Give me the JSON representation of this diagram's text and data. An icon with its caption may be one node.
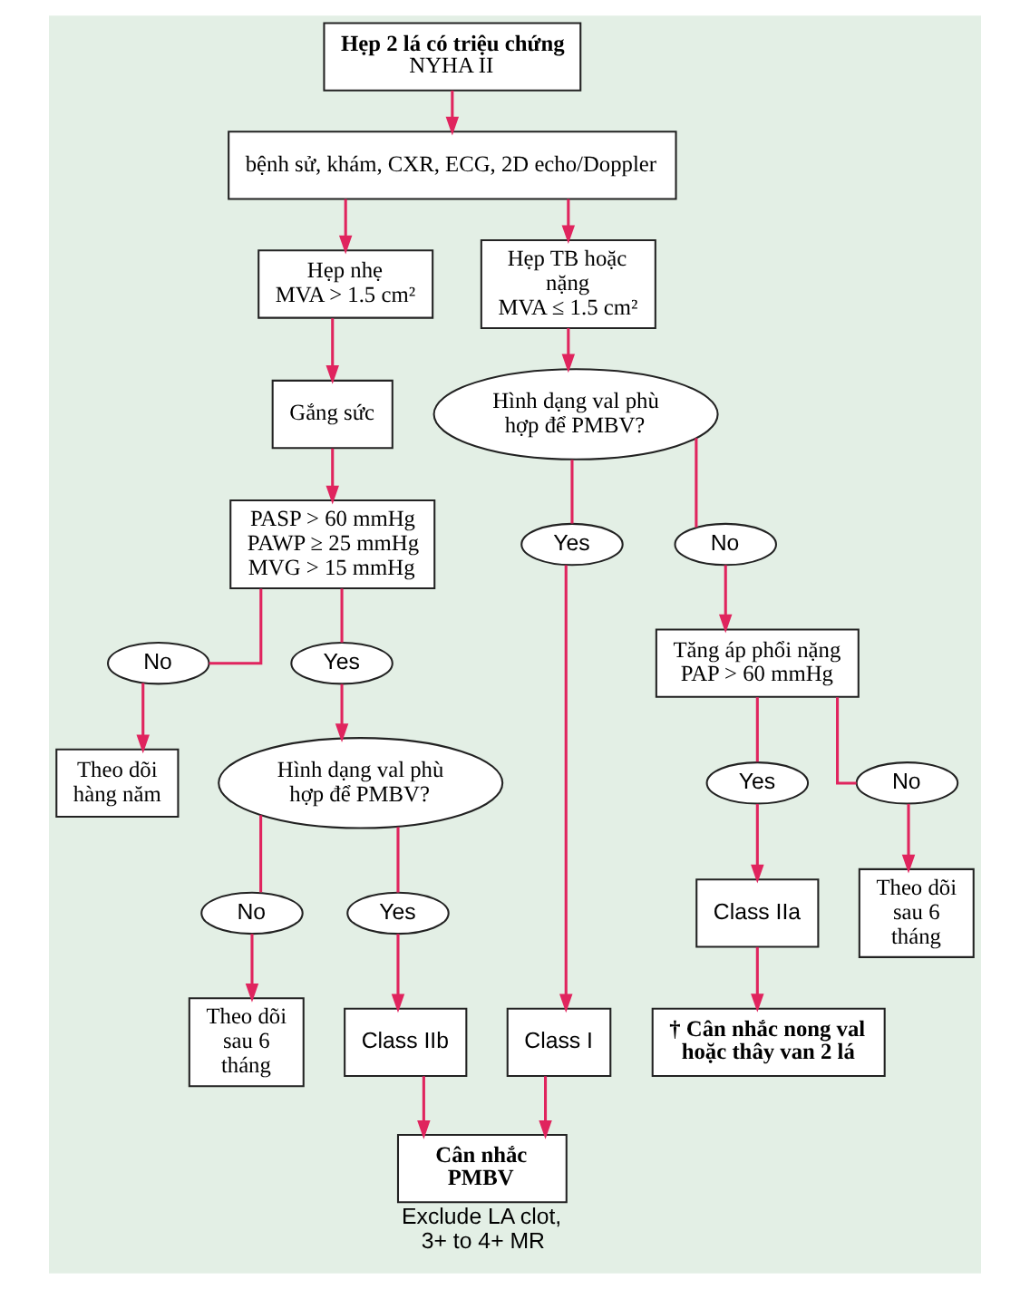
{
  "diagram": {
    "nodes": [
      {
        "text": [
          "Hẹp 2 lá có triệu chứng",
          "NYHA II"
        ]
      },
      {
        "text": [
          "bệnh sử, khám, CXR, ECG, 2D echo/Doppler"
        ]
      },
      {
        "text": [
          "Hẹp nhẹ",
          "MVA > 1.5 cm²"
        ]
      },
      {
        "text": [
          "Hẹp TB hoặc nặng",
          "MVA ≤ 1.5 cm²"
        ]
      },
      {
        "text": [
          "Gắng sức"
        ]
      },
      {
        "text": [
          "PASP > 60 mmHg",
          "PAWP ≥ 25 mmHg",
          "MVG > 15 mmHg"
        ]
      },
      {
        "text": [
          "No"
        ]
      },
      {
        "text": [
          "Yes"
        ]
      },
      {
        "text": [
          "Theo dõi hàng năm"
        ]
      },
      {
        "text": [
          "Hình dạng val phù hợp để PMBV?"
        ]
      },
      {
        "text": [
          "Hình dạng val phù hợp để PMBV?"
        ]
      },
      {
        "text": [
          "No"
        ]
      },
      {
        "text": [
          "Yes"
        ]
      },
      {
        "text": [
          "Yes"
        ]
      },
      {
        "text": [
          "No"
        ]
      },
      {
        "text": [
          "Theo dõi sau 6 tháng"
        ]
      },
      {
        "text": [
          "Class IIb"
        ]
      },
      {
        "text": [
          "Class I"
        ]
      },
      {
        "text": [
          "Tăng áp phổi nặng PAP > 60 mmHg"
        ]
      },
      {
        "text": [
          "Cân nhắc PMBV"
        ],
        "beside": [
          "Exclude LA clot, 3+ to 4+ MR"
        ]
      },
      {
        "text": [
          "Yes"
        ]
      },
      {
        "text": [
          "No"
        ]
      },
      {
        "text": [
          "Class IIa"
        ]
      },
      {
        "text": [
          "Theo dõi sau 6 tháng"
        ]
      },
      {
        "text": [
          "† Cân nhắc nong val hoặc thây van 2 lá"
        ]
      }
    ],
    "edges": [
      {
        "from": 0,
        "to": 1,
        "arrow": "to"
      },
      {
        "from": 1,
        "to": 2,
        "arrow": "to"
      },
      {
        "from": 1,
        "to": 3,
        "arrow": "to"
      },
      {
        "from": 2,
        "to": 4,
        "arrow": "to"
      },
      {
        "from": 4,
        "to": 5,
        "arrow": "to"
      },
      {
        "from": 5,
        "to": 6,
        "arrow": "none"
      },
      {
        "from": 5,
        "to": 7,
        "arrow": "none"
      },
      {
        "from": 6,
        "to": 8,
        "arrow": "to"
      },
      {
        "from": 7,
        "to": 9,
        "arrow": "to"
      },
      {
        "from": 3,
        "to": 10,
        "arrow": "to"
      },
      {
        "from": 9,
        "to": 11,
        "arrow": "none"
      },
      {
        "from": 9,
        "to": 12,
        "arrow": "none"
      },
      {
        "from": 11,
        "to": 15,
        "arrow": "to"
      },
      {
        "from": 12,
        "to": 16,
        "arrow": "to"
      },
      {
        "from": 10,
        "to": 13,
        "arrow": "none"
      },
      {
        "from": 10,
        "to": 14,
        "arrow": "none"
      },
      {
        "from": 13,
        "to": 17,
        "arrow": "to"
      },
      {
        "from": 14,
        "to": 18,
        "arrow": "to"
      },
      {
        "from": 16,
        "to": 19,
        "arrow": "to"
      },
      {
        "from": 17,
        "to": 19,
        "arrow": "to"
      },
      {
        "from": 18,
        "to": 20,
        "arrow": "none"
      },
      {
        "from": 18,
        "to": 21,
        "arrow": "none"
      },
      {
        "from": 20,
        "to": 22,
        "arrow": "to"
      },
      {
        "from": 21,
        "to": 23,
        "arrow": "to"
      },
      {
        "from": 22,
        "to": 24,
        "arrow": "to"
      }
    ]
  }
}
